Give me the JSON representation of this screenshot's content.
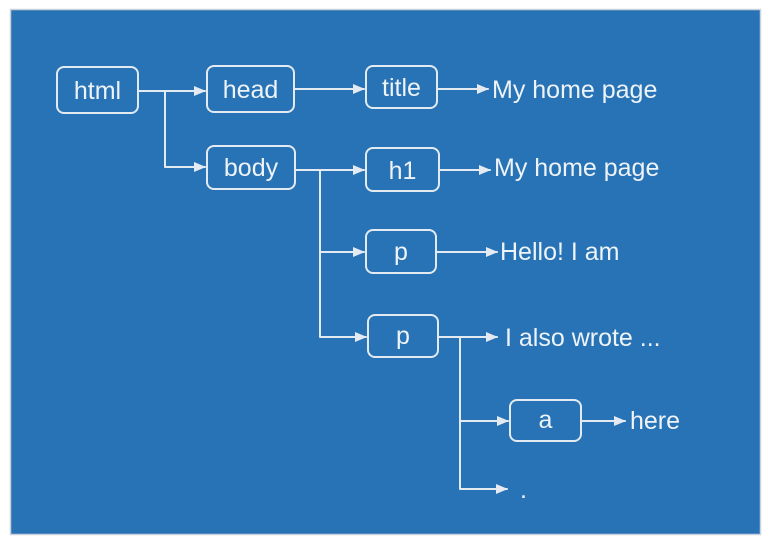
{
  "diagram": {
    "background_color": "#2873b5",
    "border_color": "#c9d3de",
    "line_color": "#e4eaf1",
    "nodes": {
      "html": "html",
      "head": "head",
      "title": "title",
      "body": "body",
      "h1": "h1",
      "p1": "p",
      "p2": "p",
      "a": "a"
    },
    "leaves": {
      "title_text": "My home page",
      "h1_text": "My home page",
      "p1_text": "Hello! I am",
      "p2_text": "I also wrote ...",
      "a_text": "here",
      "p2_tail": "."
    }
  }
}
